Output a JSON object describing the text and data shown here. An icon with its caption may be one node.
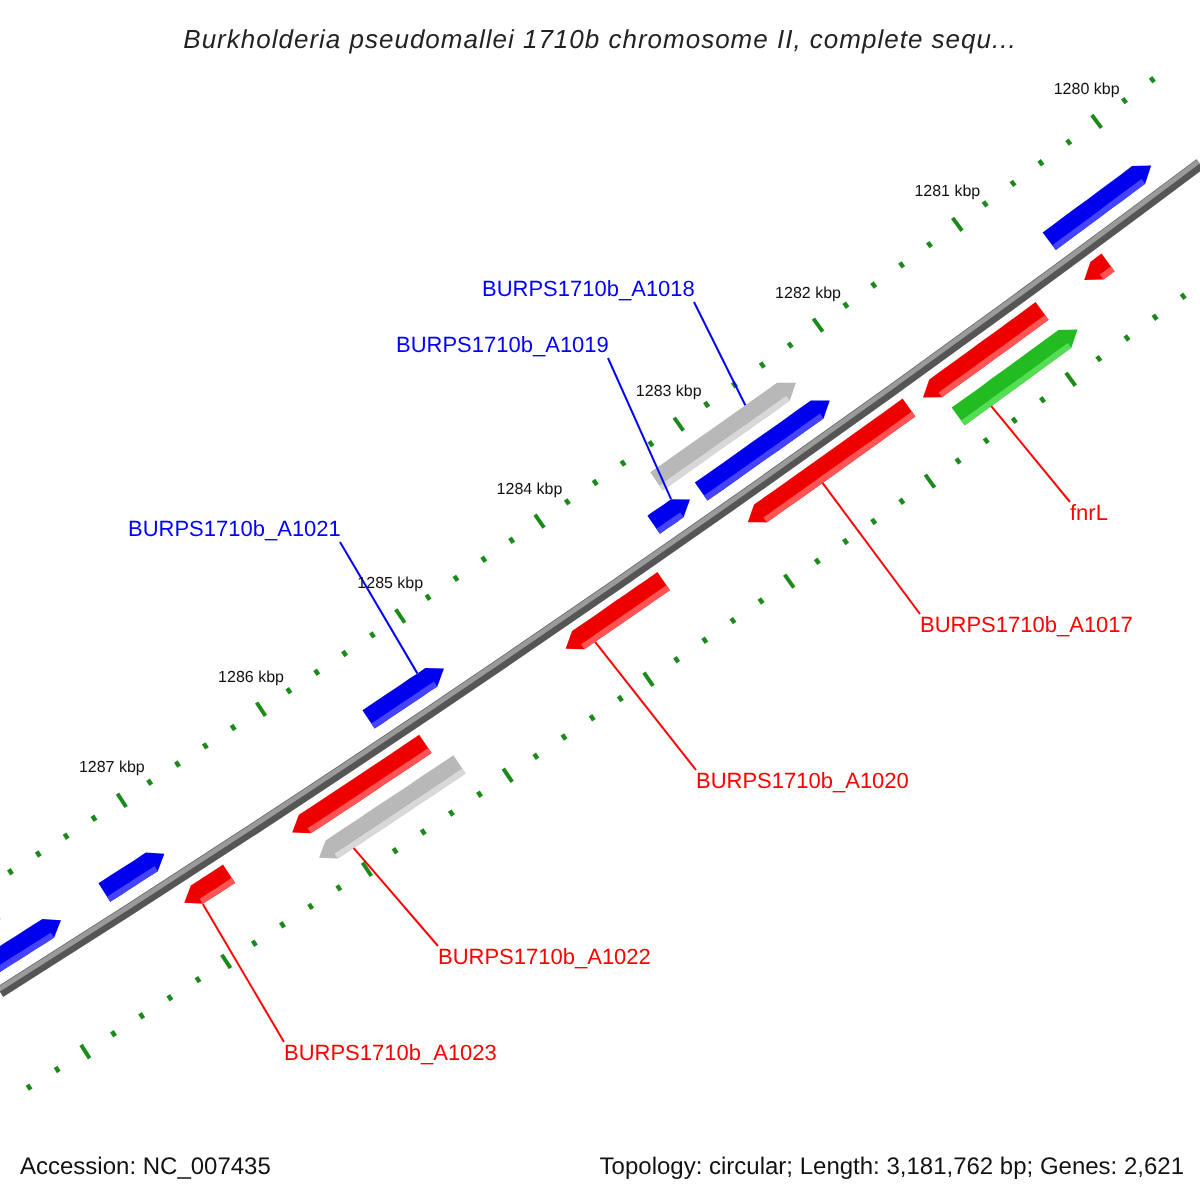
{
  "diagram": {
    "title": "Burkholderia pseudomallei 1710b chromosome II, complete sequ...",
    "nodes": [
      {
        "text": [
          "BURPS1710b_A1018"
        ]
      },
      {
        "text": [
          "BURPS1710b_A1019"
        ]
      },
      {
        "text": [
          "BURPS1710b_A1021"
        ]
      },
      {
        "text": [
          "fnrL"
        ]
      },
      {
        "text": [
          "BURPS1710b_A1017"
        ]
      },
      {
        "text": [
          "BURPS1710b_A1020"
        ]
      },
      {
        "text": [
          "BURPS1710b_A1022"
        ]
      },
      {
        "text": [
          "BURPS1710b_A1023"
        ]
      },
      {
        "text": [],
        "shape": "arrow"
      },
      {
        "text": [],
        "shape": "arrow"
      },
      {
        "text": [],
        "shape": "arrow"
      },
      {
        "text": [],
        "shape": "arrow"
      },
      {
        "text": [],
        "shape": "arrow"
      },
      {
        "text": [],
        "shape": "arrow"
      },
      {
        "text": [],
        "shape": "arrow"
      },
      {
        "text": [],
        "shape": "arrow"
      },
      {
        "text": [],
        "shape": "arrow"
      },
      {
        "text": [],
        "shape": "arrow"
      },
      {
        "text": [],
        "shape": "arrow"
      },
      {
        "text": [],
        "shape": "arrow"
      },
      {
        "text": [],
        "shape": "arrow"
      },
      {
        "text": [],
        "shape": "arrow"
      },
      {
        "text": [],
        "shape": "arrow"
      },
      {
        "text": [],
        "shape": "arrow"
      }
    ],
    "edges": [
      {
        "from": 0,
        "to": 14,
        "arrow": "none",
        "color": "#0000ff"
      },
      {
        "from": 1,
        "to": 10,
        "arrow": "none",
        "color": "#0000ff"
      },
      {
        "from": 2,
        "to": 11,
        "arrow": "none",
        "color": "#0000ff"
      },
      {
        "from": 3,
        "to": 22,
        "arrow": "none"
      },
      {
        "from": 4,
        "to": 18,
        "arrow": "none"
      },
      {
        "from": 5,
        "to": 19,
        "arrow": "none"
      },
      {
        "from": 6,
        "to": 23,
        "arrow": "none"
      },
      {
        "from": 7,
        "to": 21,
        "arrow": "none"
      }
    ],
    "labels": [
      "1280 kbp",
      "1281 kbp",
      "1282 kbp",
      "1283 kbp",
      "1284 kbp",
      "1285 kbp",
      "1286 kbp",
      "1287 kbp",
      "Accession: NC_007435",
      "Topology: circular; Length: 3,181,762 bp; Genes: 2,621"
    ]
  }
}
